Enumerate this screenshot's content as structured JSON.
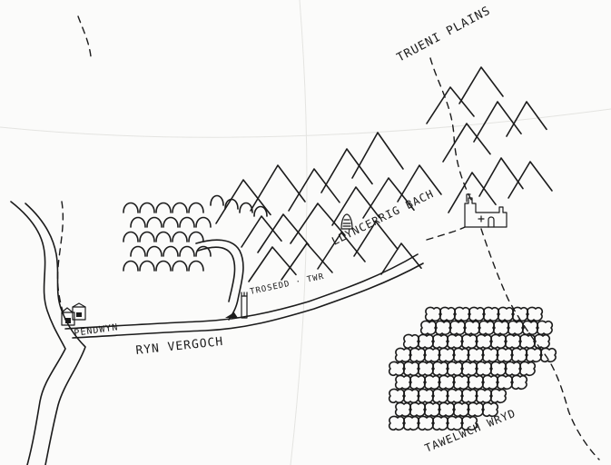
{
  "map": {
    "labels": {
      "trueni_plains": "TRUENI PLAINS",
      "llyncerrig_bach": "LLYNCERRIG BACH",
      "trosedd_twr": "TROSEDD · TWR",
      "pendwyn": "PENDWYN",
      "ryn_vergoch": "RYN VERGOCH",
      "tawelwch_wryd": "TAWELWCH WRYD"
    },
    "colors": {
      "ink": "#1b1b1b",
      "paper": "#fbfbfa"
    },
    "icons": [
      "mountain-icon",
      "hill-icon",
      "forest-tree-icon",
      "castle-icon",
      "town-icon",
      "tower-icon",
      "cave-icon",
      "bridge-icon"
    ]
  }
}
